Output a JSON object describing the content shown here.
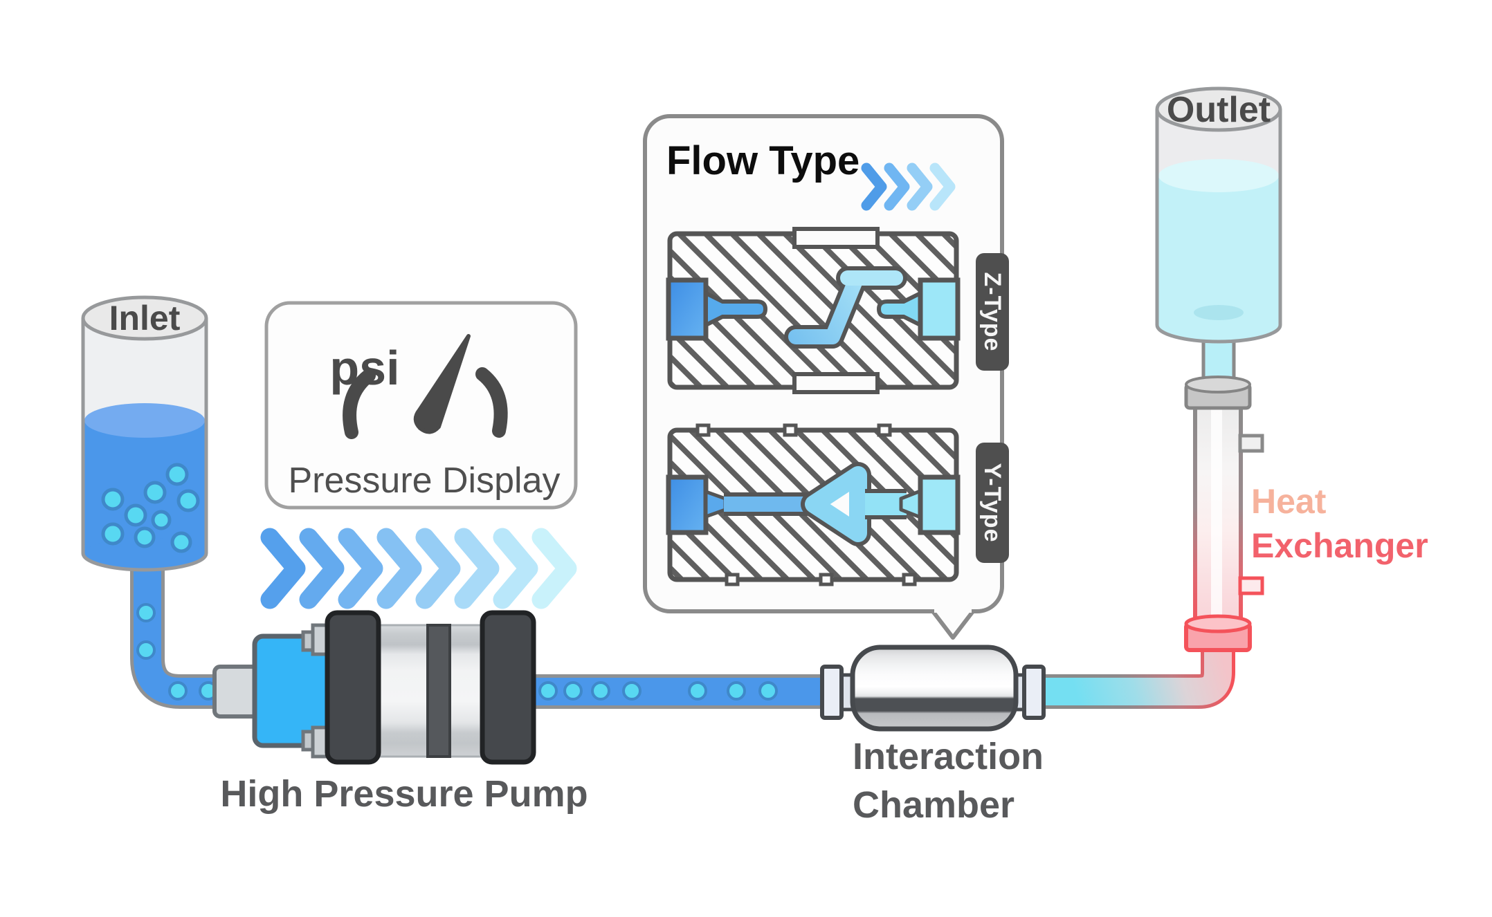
{
  "diagram": {
    "inlet": {
      "label": "Inlet"
    },
    "outlet": {
      "label": "Outlet"
    },
    "pressure_display": {
      "unit": "psi",
      "label": "Pressure Display"
    },
    "pump": {
      "label": "High Pressure Pump"
    },
    "flow_type": {
      "title": "Flow Type",
      "z_tab": "Z-Type",
      "y_tab": "Y-Type"
    },
    "chamber": {
      "label_line1": "Interaction",
      "label_line2": "Chamber"
    },
    "heat_exchanger": {
      "label_line1": "Heat",
      "label_line2": "Exchanger"
    },
    "colors": {
      "raw_liquid_blue": "#4b97ea",
      "bubble_cyan": "#58d8f2",
      "processed_cyan": "#6fdff2",
      "pump_body_blue": "#35b5f7",
      "heat_red": "#f4525a",
      "heat_text_light": "#f6b29c",
      "heat_text_red": "#f2626c",
      "chevron_start": "#55a0ec",
      "chevron_end": "#c9f2fb",
      "panel_border": "#8a8a8a",
      "hatch_line": "#5f5f5f",
      "dark_plate": "#46494d",
      "label_grey": "#58595b",
      "container_grey": "#97999b"
    }
  }
}
